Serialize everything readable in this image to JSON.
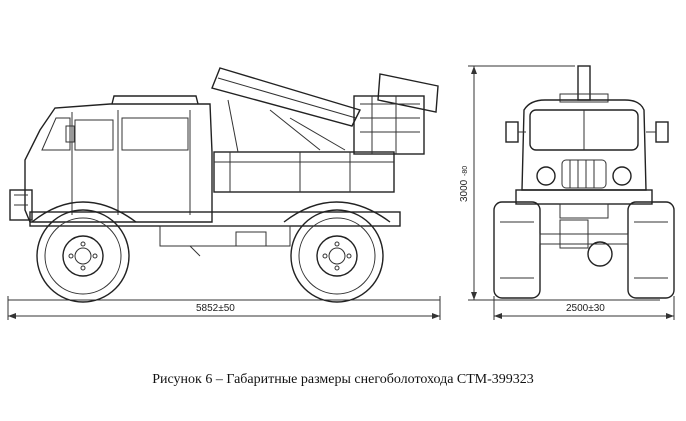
{
  "dimensions": {
    "length": "5852±50",
    "height": "3000",
    "height_tolerance": "-80",
    "width": "2500±30"
  },
  "caption": "Рисунок 6 – Габаритные размеры снегоболотохода СТМ-399323"
}
